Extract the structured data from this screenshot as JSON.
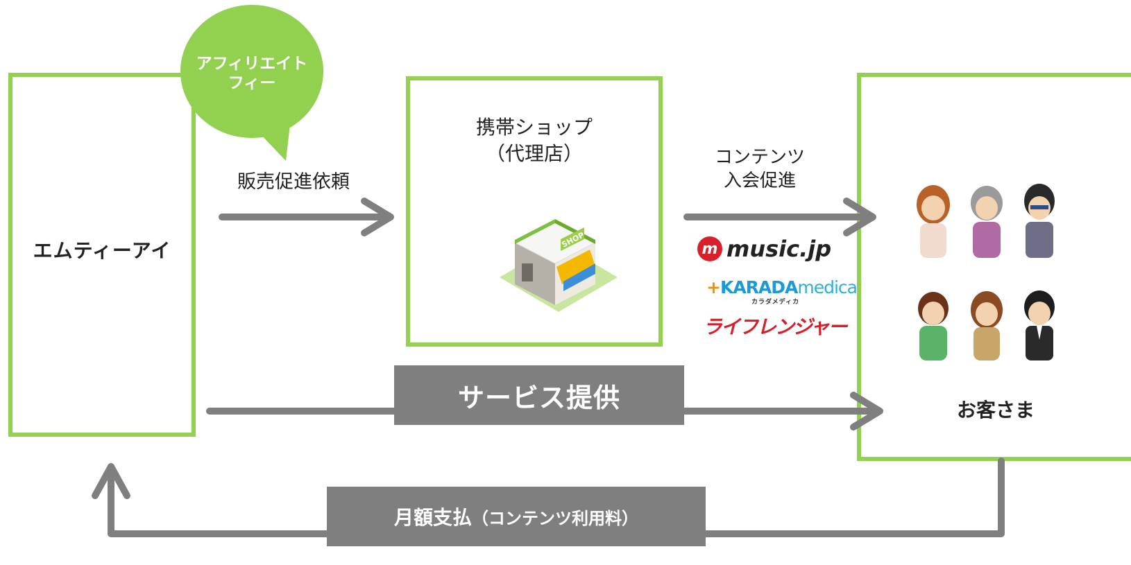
{
  "bubble": {
    "text_line1": "アフィリエイト",
    "text_line2": "フィー"
  },
  "mti": {
    "name": "エムティーアイ"
  },
  "promotion": {
    "label": "販売促進依頼"
  },
  "shop": {
    "title_line1": "携帯ショップ",
    "title_line2": "（代理店）",
    "icon": "shop-building-icon"
  },
  "content_promo": {
    "label_line1": "コンテンツ",
    "label_line2": "入会促進",
    "logos": {
      "music_mark": "m",
      "music_text": "music.jp",
      "karada_plus": "+",
      "karada_main": "KARADA",
      "karada_tail": "medica",
      "karada_sub": "カラダメディカ",
      "life": "ライフレンジャー"
    }
  },
  "customers": {
    "label": "お客さま",
    "people_icons": [
      "woman-icon",
      "grandmother-icon",
      "man-glasses-icon",
      "boy-icon",
      "girl-icon",
      "businessman-icon"
    ]
  },
  "service": {
    "label": "サービス提供"
  },
  "payment": {
    "label_main": "月額支払",
    "label_sub": "（コンテンツ利用料）"
  },
  "colors": {
    "accent_green": "#92d050",
    "arrow_gray": "#7f7f7f"
  }
}
